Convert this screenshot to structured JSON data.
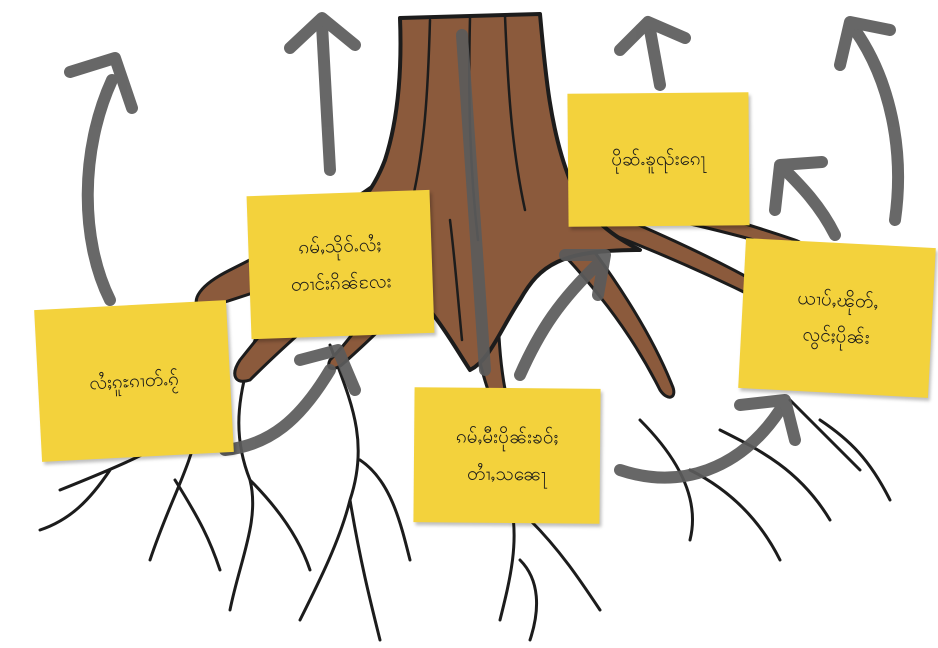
{
  "notes": {
    "top_right": {
      "text": "ပိုဆ်ႉၶူၺ်းၵေႃ"
    },
    "upper_left": {
      "text": "ၵမ်ႇသိုဝ်ႉလႆႈ\nတၢင်းၵိၼ်လႄး"
    },
    "left": {
      "text": "လႆႈၵူႊၵၢတ်ႉၵႂ်"
    },
    "right": {
      "text": "ယၢပ်ႇၽိုတ်ႇ\nလွင်ႈပိုၼ်း"
    },
    "bottom": {
      "text": "ၵမ်ႇမီးပိုၼ်းၶဝ်ႈ\nတၢႆႇသၼေႃ"
    }
  },
  "colors": {
    "trunk": "#8b5a3c",
    "outline": "#1c1c1c",
    "note": "#f3d23c",
    "arrow": "#5b5b5b"
  }
}
